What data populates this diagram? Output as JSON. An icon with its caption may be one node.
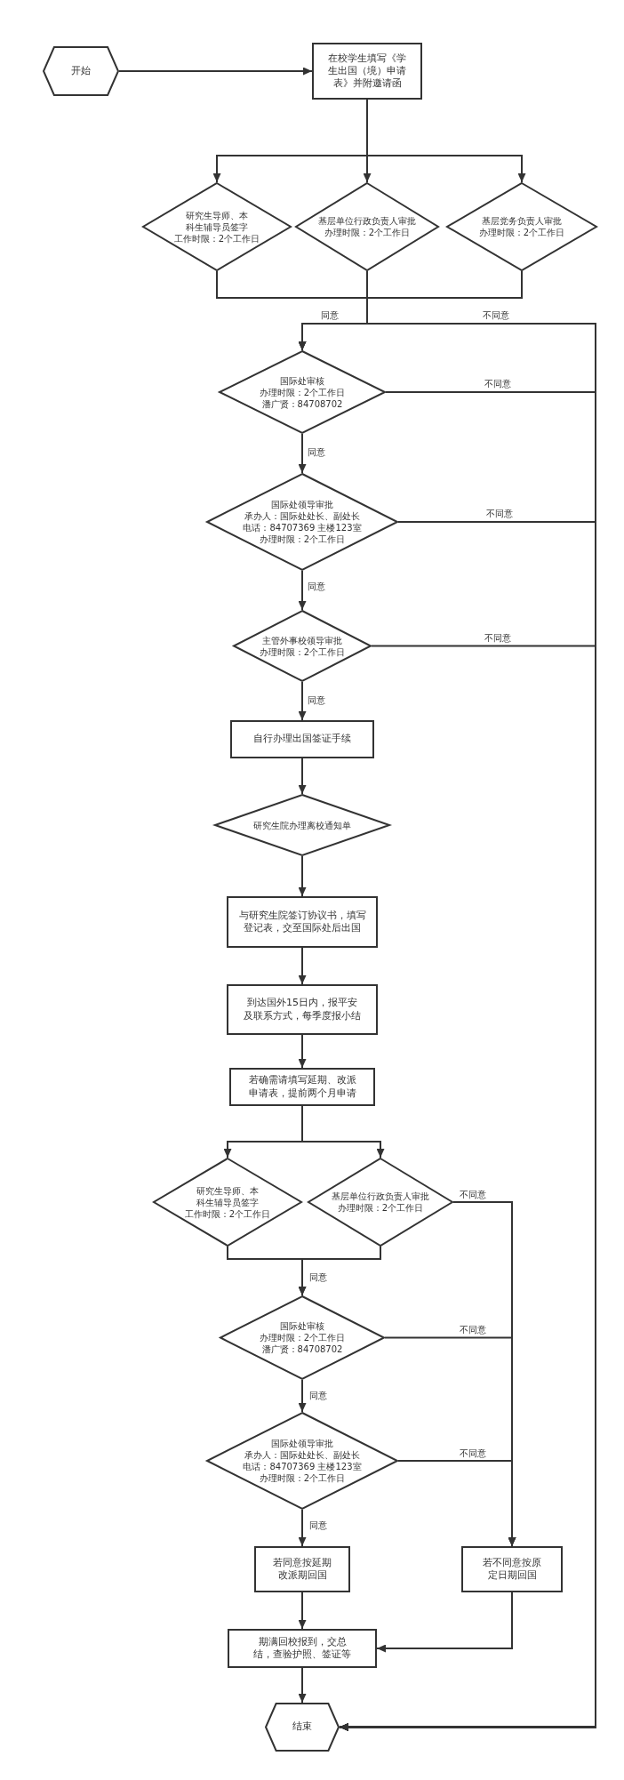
{
  "diagram": {
    "nodes": [
      {
        "text": [
          "开始"
        ]
      },
      {
        "text": [
          "在校学生填写《学生出国（境）申请表》并附邀请函"
        ]
      },
      {
        "text": [
          "研究生导师、本科生辅导员签字",
          "工作时限：2个工作日"
        ]
      },
      {
        "text": [
          "基层单位行政负责人审批",
          "办理时限：2个工作日"
        ]
      },
      {
        "text": [
          "基层党务负责人审批",
          "办理时限：2个工作日"
        ]
      },
      {
        "text": [
          "国际处审核",
          "办理时限：2个工作日",
          "潘广贤：84708702"
        ]
      },
      {
        "text": [
          "国际处领导审批",
          "承办人：国际处处长、副处长",
          "电话：84707369 主楼123室",
          "办理时限：2个工作日"
        ]
      },
      {
        "text": [
          "主管外事校领导审批",
          "办理时限：2个工作日"
        ]
      },
      {
        "text": [
          "自行办理出国签证手续"
        ]
      },
      {
        "text": [
          "研究生院办理离校通知单"
        ]
      },
      {
        "text": [
          "与研究生院签订协议书，填写登记表，交至国际处后出国"
        ]
      },
      {
        "text": [
          "到达国外15日内，报平安及联系方式，每季度报小结"
        ]
      },
      {
        "text": [
          "若确需请填写延期、改派申请表，提前两个月申请"
        ]
      },
      {
        "text": [
          "研究生导师、本科生辅导员签字",
          "工作时限：2个工作日"
        ]
      },
      {
        "text": [
          "基层单位行政负责人审批",
          "办理时限：2个工作日"
        ]
      },
      {
        "text": [
          "国际处审核",
          "办理时限：2个工作日",
          "潘广贤：84708702"
        ]
      },
      {
        "text": [
          "国际处领导审批",
          "承办人：国际处处长、副处长",
          "电话：84707369 主楼123室",
          "办理时限：2个工作日"
        ]
      },
      {
        "text": [
          "若同意按延期改派期回国"
        ]
      },
      {
        "text": [
          "若不同意按原定日期回国"
        ]
      },
      {
        "text": [
          "期满回校报到，交总结，查验护照、签证等"
        ]
      },
      {
        "text": [
          "结束"
        ]
      }
    ],
    "edges": [
      {
        "from": 0,
        "to": 1,
        "arrow": "to"
      },
      {
        "from": 1,
        "to": 2,
        "arrow": "to"
      },
      {
        "from": 1,
        "to": 3,
        "arrow": "to"
      },
      {
        "from": 1,
        "to": 4,
        "arrow": "to"
      },
      {
        "from": 2,
        "to": 5,
        "arrow": "to"
      },
      {
        "from": 3,
        "to": 5,
        "arrow": "to",
        "label": "同意"
      },
      {
        "from": 4,
        "to": 5,
        "arrow": "to"
      },
      {
        "from": 2,
        "to": 20,
        "arrow": "to"
      },
      {
        "from": 3,
        "to": 20,
        "arrow": "to",
        "label": "不同意"
      },
      {
        "from": 4,
        "to": 20,
        "arrow": "to"
      },
      {
        "from": 5,
        "to": 6,
        "arrow": "to",
        "label": "同意"
      },
      {
        "from": 5,
        "to": 20,
        "arrow": "to",
        "label": "不同意"
      },
      {
        "from": 6,
        "to": 7,
        "arrow": "to",
        "label": "同意"
      },
      {
        "from": 6,
        "to": 20,
        "arrow": "to",
        "label": "不同意"
      },
      {
        "from": 7,
        "to": 8,
        "arrow": "to",
        "label": "同意"
      },
      {
        "from": 7,
        "to": 20,
        "arrow": "to",
        "label": "不同意"
      },
      {
        "from": 8,
        "to": 9,
        "arrow": "to"
      },
      {
        "from": 9,
        "to": 10,
        "arrow": "to"
      },
      {
        "from": 10,
        "to": 11,
        "arrow": "to"
      },
      {
        "from": 11,
        "to": 12,
        "arrow": "to"
      },
      {
        "from": 12,
        "to": 13,
        "arrow": "to"
      },
      {
        "from": 12,
        "to": 14,
        "arrow": "to"
      },
      {
        "from": 13,
        "to": 15,
        "arrow": "to",
        "label": "同意"
      },
      {
        "from": 14,
        "to": 15,
        "arrow": "to"
      },
      {
        "from": 14,
        "to": 18,
        "arrow": "to",
        "label": "不同意"
      },
      {
        "from": 15,
        "to": 16,
        "arrow": "to",
        "label": "同意"
      },
      {
        "from": 15,
        "to": 18,
        "arrow": "to",
        "label": "不同意"
      },
      {
        "from": 16,
        "to": 17,
        "arrow": "to",
        "label": "同意"
      },
      {
        "from": 16,
        "to": 18,
        "arrow": "to",
        "label": "不同意"
      },
      {
        "from": 17,
        "to": 19,
        "arrow": "to"
      },
      {
        "from": 18,
        "to": 19,
        "arrow": "to"
      },
      {
        "from": 19,
        "to": 20,
        "arrow": "to"
      }
    ]
  }
}
